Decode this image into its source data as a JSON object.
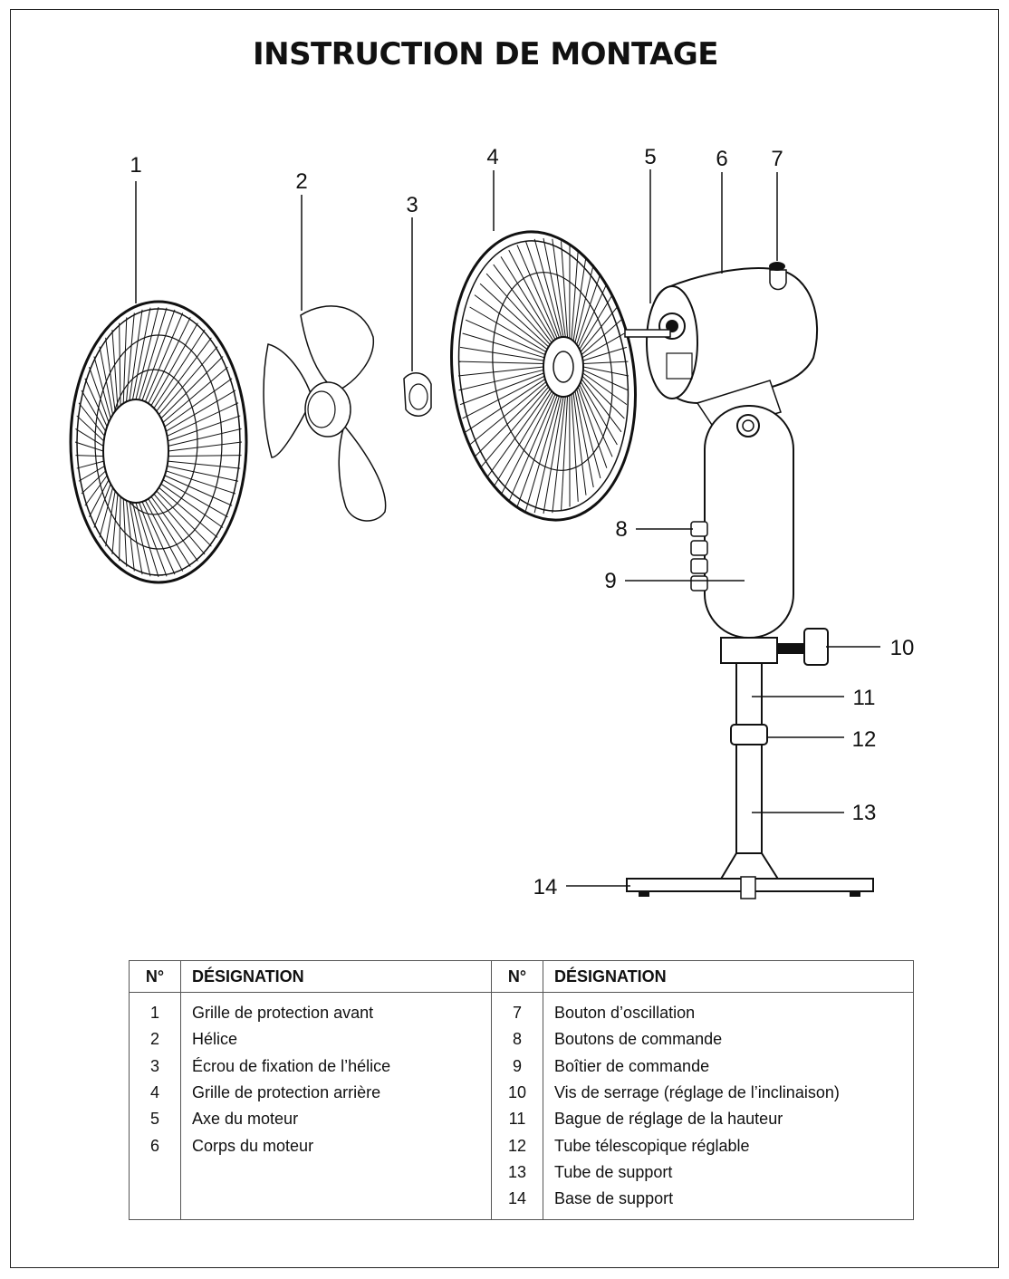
{
  "title": "INSTRUCTION DE MONTAGE",
  "callouts": [
    "1",
    "2",
    "3",
    "4",
    "5",
    "6",
    "7",
    "8",
    "9",
    "10",
    "11",
    "12",
    "13",
    "14"
  ],
  "table": {
    "headers": [
      "N°",
      "DÉSIGNATION",
      "N°",
      "DÉSIGNATION"
    ],
    "left": [
      {
        "n": "1",
        "d": "Grille de protection avant"
      },
      {
        "n": "2",
        "d": "Hélice"
      },
      {
        "n": "3",
        "d": "Écrou de fixation de l’hélice"
      },
      {
        "n": "4",
        "d": "Grille de protection arrière"
      },
      {
        "n": "5",
        "d": "Axe du moteur"
      },
      {
        "n": "6",
        "d": "Corps du moteur"
      },
      {
        "n": "",
        "d": ""
      },
      {
        "n": "",
        "d": ""
      }
    ],
    "right": [
      {
        "n": "7",
        "d": "Bouton d’oscillation"
      },
      {
        "n": "8",
        "d": "Boutons de commande"
      },
      {
        "n": "9",
        "d": "Boîtier de commande"
      },
      {
        "n": "10",
        "d": "Vis de serrage (réglage de l’inclinaison)"
      },
      {
        "n": "11",
        "d": "Bague de réglage de la hauteur"
      },
      {
        "n": "12",
        "d": "Tube télescopique réglable"
      },
      {
        "n": "13",
        "d": "Tube de support"
      },
      {
        "n": "14",
        "d": "Base de support"
      }
    ]
  }
}
